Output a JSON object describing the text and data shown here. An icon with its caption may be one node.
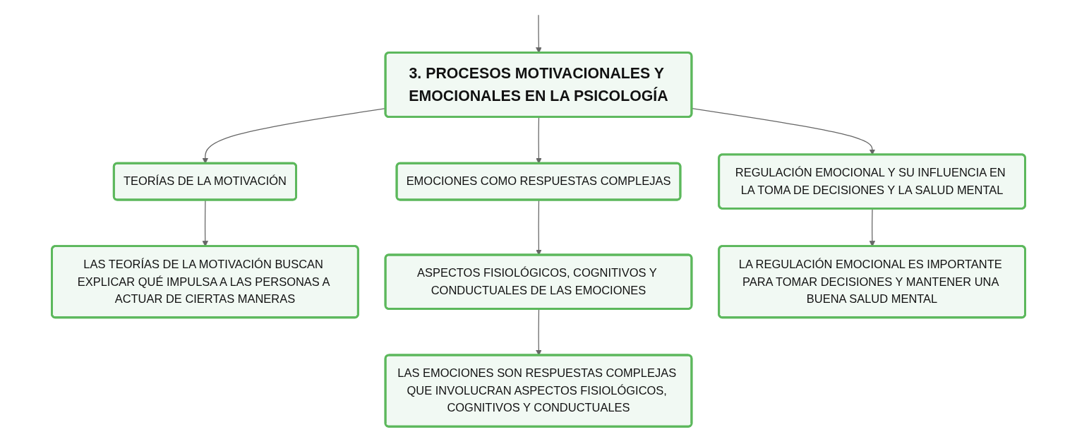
{
  "diagram": {
    "nodes": [
      {
        "text": [
          "3. PROCESOS MOTIVACIONALES Y EMOCIONALES EN LA PSICOLOGÍA"
        ]
      },
      {
        "text": [
          "TEORÍAS DE LA MOTIVACIÓN"
        ]
      },
      {
        "text": [
          "EMOCIONES COMO RESPUESTAS COMPLEJAS"
        ]
      },
      {
        "text": [
          "REGULACIÓN EMOCIONAL Y SU INFLUENCIA EN LA TOMA DE DECISIONES Y LA SALUD MENTAL"
        ]
      },
      {
        "text": [
          "LAS TEORÍAS DE LA MOTIVACIÓN BUSCAN EXPLICAR QUÉ IMPULSA A LAS PERSONAS A ACTUAR DE CIERTAS MANERAS"
        ]
      },
      {
        "text": [
          "ASPECTOS FISIOLÓGICOS, COGNITIVOS Y CONDUCTUALES DE LAS EMOCIONES"
        ]
      },
      {
        "text": [
          "LAS EMOCIONES SON RESPUESTAS COMPLEJAS QUE INVOLUCRAN ASPECTOS FISIOLÓGICOS, COGNITIVOS Y CONDUCTUALES"
        ]
      },
      {
        "text": [
          "LA REGULACIÓN EMOCIONAL ES IMPORTANTE PARA TOMAR DECISIONES Y MANTENER UNA BUENA SALUD MENTAL"
        ]
      }
    ],
    "edges": [
      {
        "from": null,
        "to": 0,
        "arrow": "to"
      },
      {
        "from": 0,
        "to": 1,
        "arrow": "to"
      },
      {
        "from": 0,
        "to": 2,
        "arrow": "to"
      },
      {
        "from": 0,
        "to": 3,
        "arrow": "to"
      },
      {
        "from": 1,
        "to": 4,
        "arrow": "to"
      },
      {
        "from": 2,
        "to": 5,
        "arrow": "to"
      },
      {
        "from": 5,
        "to": 6,
        "arrow": "to"
      },
      {
        "from": 3,
        "to": 7,
        "arrow": "to"
      }
    ]
  }
}
